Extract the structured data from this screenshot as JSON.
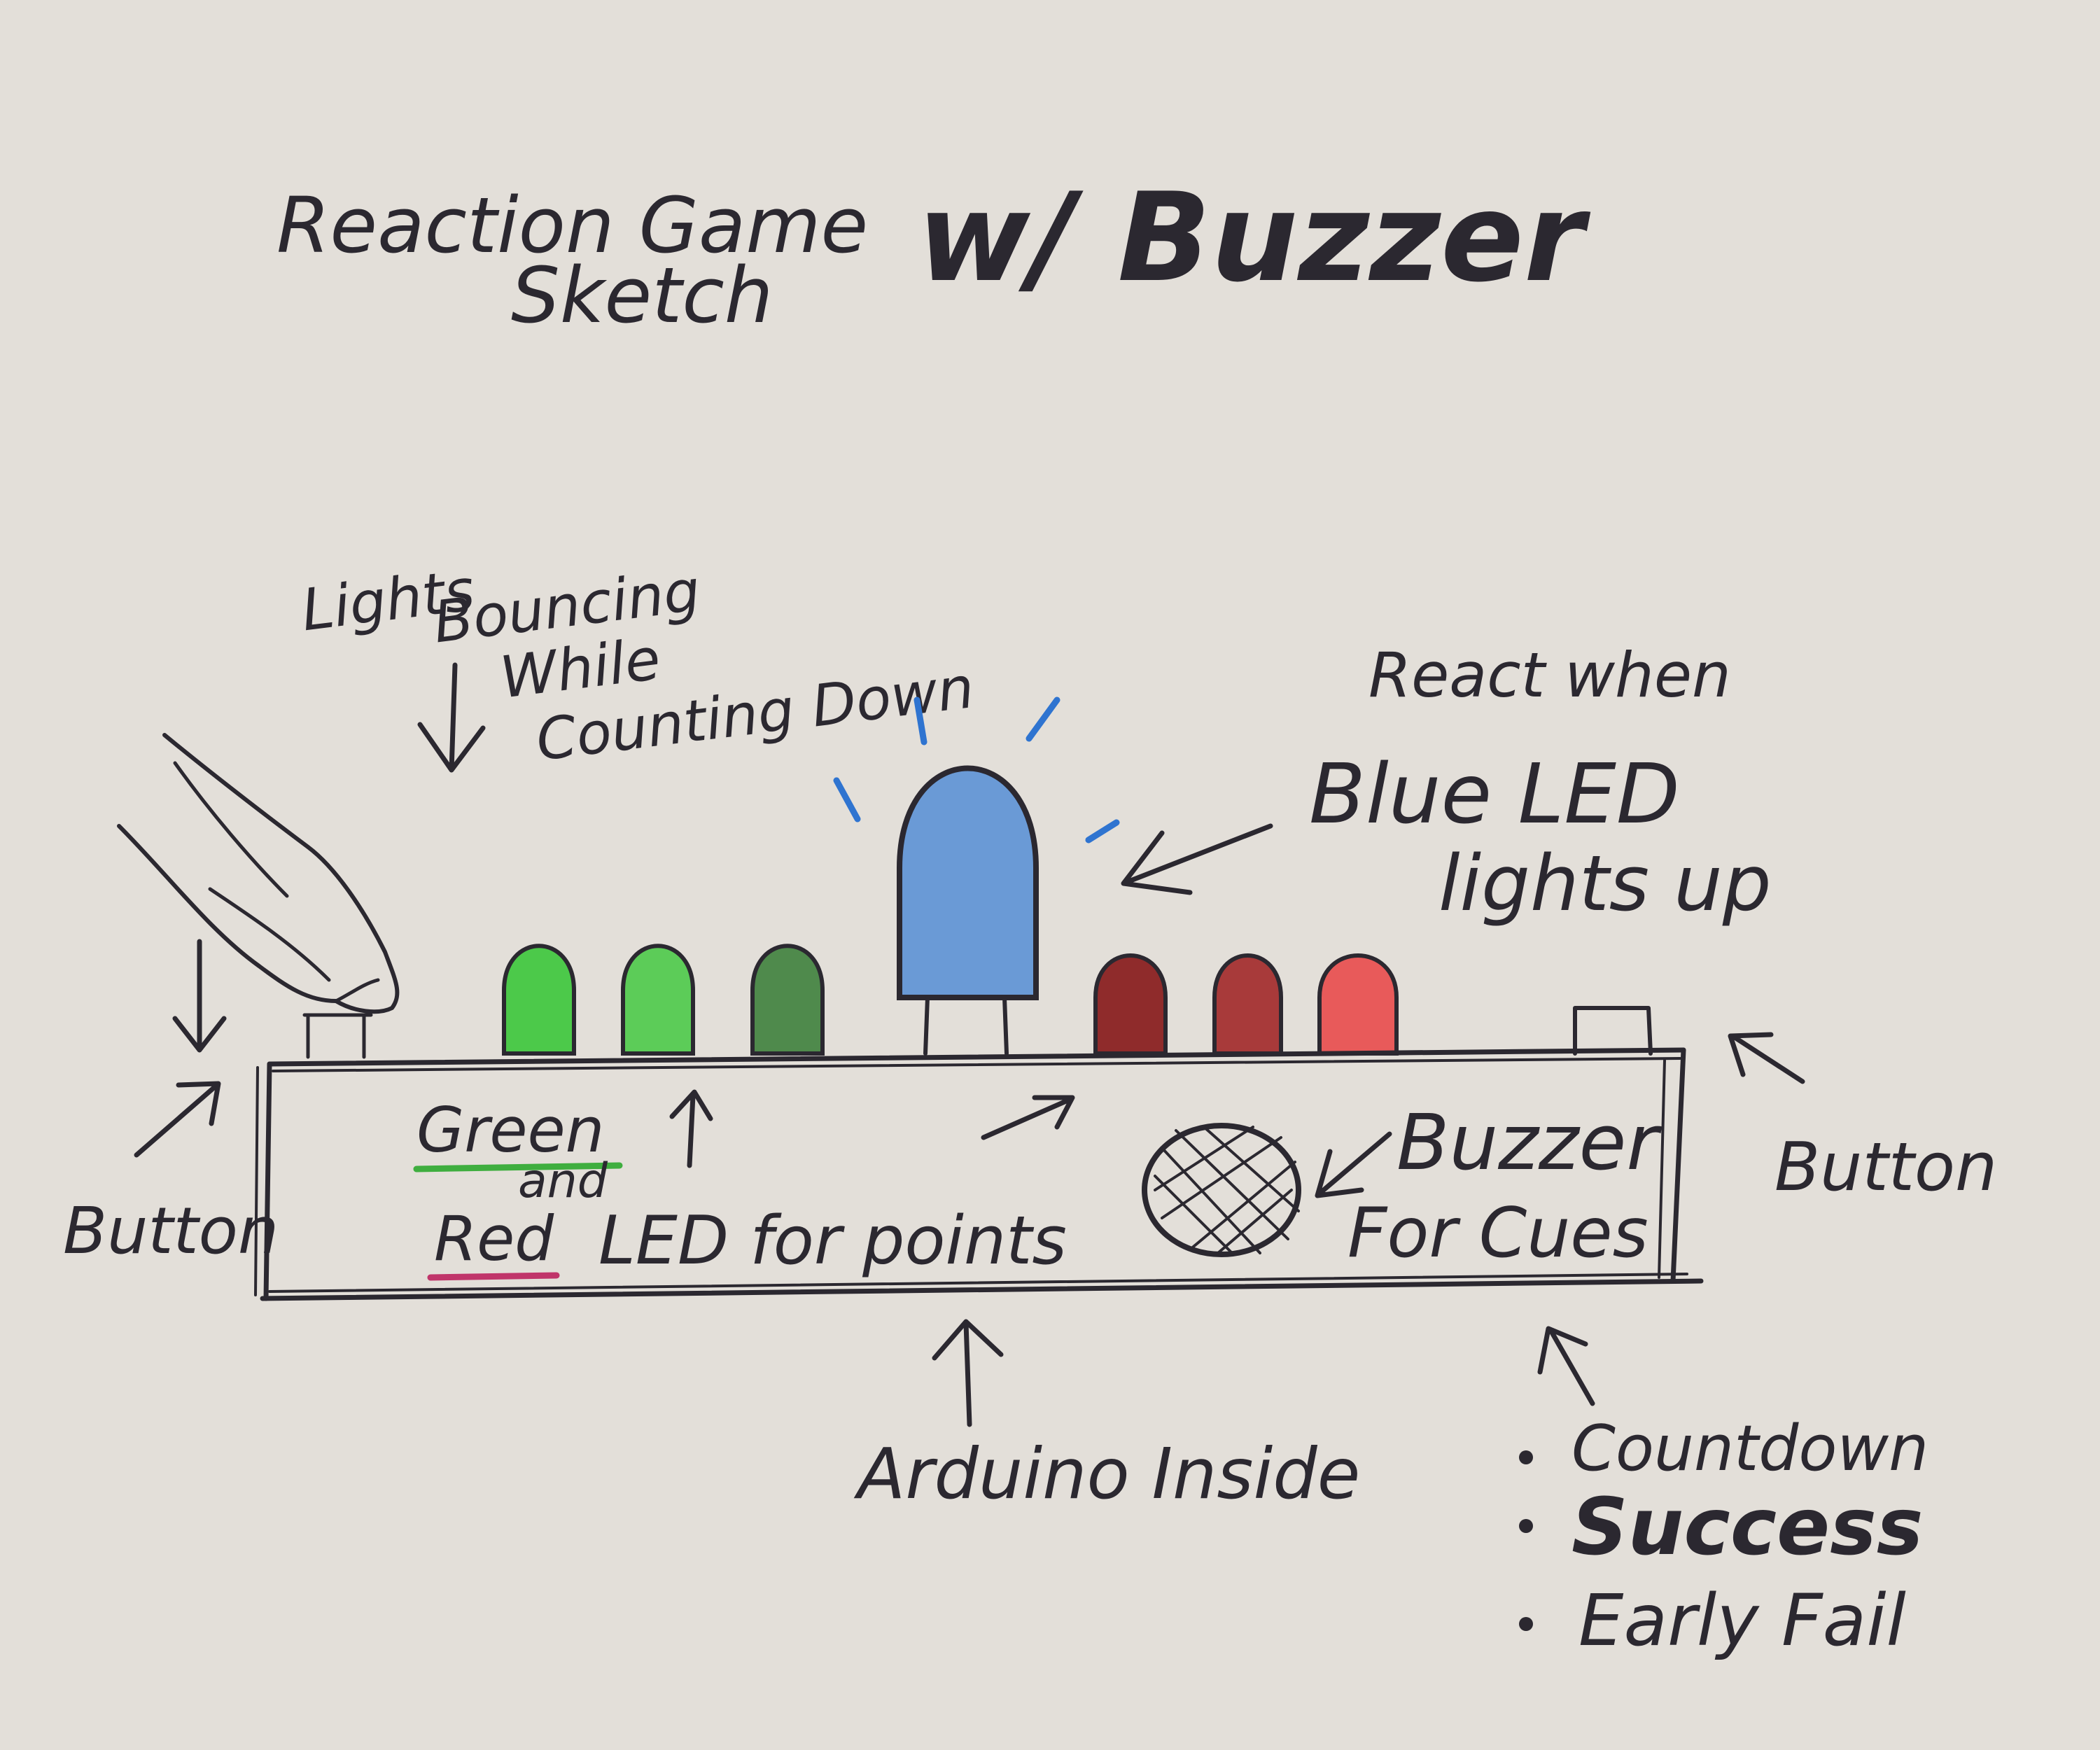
{
  "title": {
    "line1": "Reaction Game",
    "line2": "Sketch",
    "suffix": "w/ Buzzer"
  },
  "labels": {
    "lights_bouncing": [
      "Lights",
      "Bouncing",
      "While",
      "Counting Down"
    ],
    "react_when": "React when",
    "blue_led": [
      "Blue LED",
      "lights up"
    ],
    "button_left": "Button",
    "button_right": "Button",
    "green": "Green",
    "and": "and",
    "red": "Red",
    "led_for_points": "LED for points",
    "buzzer": [
      "Buzzer",
      "For Cues"
    ],
    "arduino_inside": "Arduino Inside"
  },
  "cues": [
    "Countdown",
    "Success",
    "Early Fail"
  ],
  "colors": {
    "ink": "#2b2830",
    "background": "#e3dfd9",
    "led_green_bright": "#4cc94a",
    "led_green_mid": "#5ccc58",
    "led_green_dark": "#4f8a4c",
    "led_blue": "#6a9ad6",
    "led_red_dark": "#8f2b2b",
    "led_red_mid": "#a83a3a",
    "led_red_bright": "#e85a5a",
    "blue_rays": "#2f74d0",
    "underline_green": "#3fae3f",
    "underline_red": "#c0356a"
  }
}
